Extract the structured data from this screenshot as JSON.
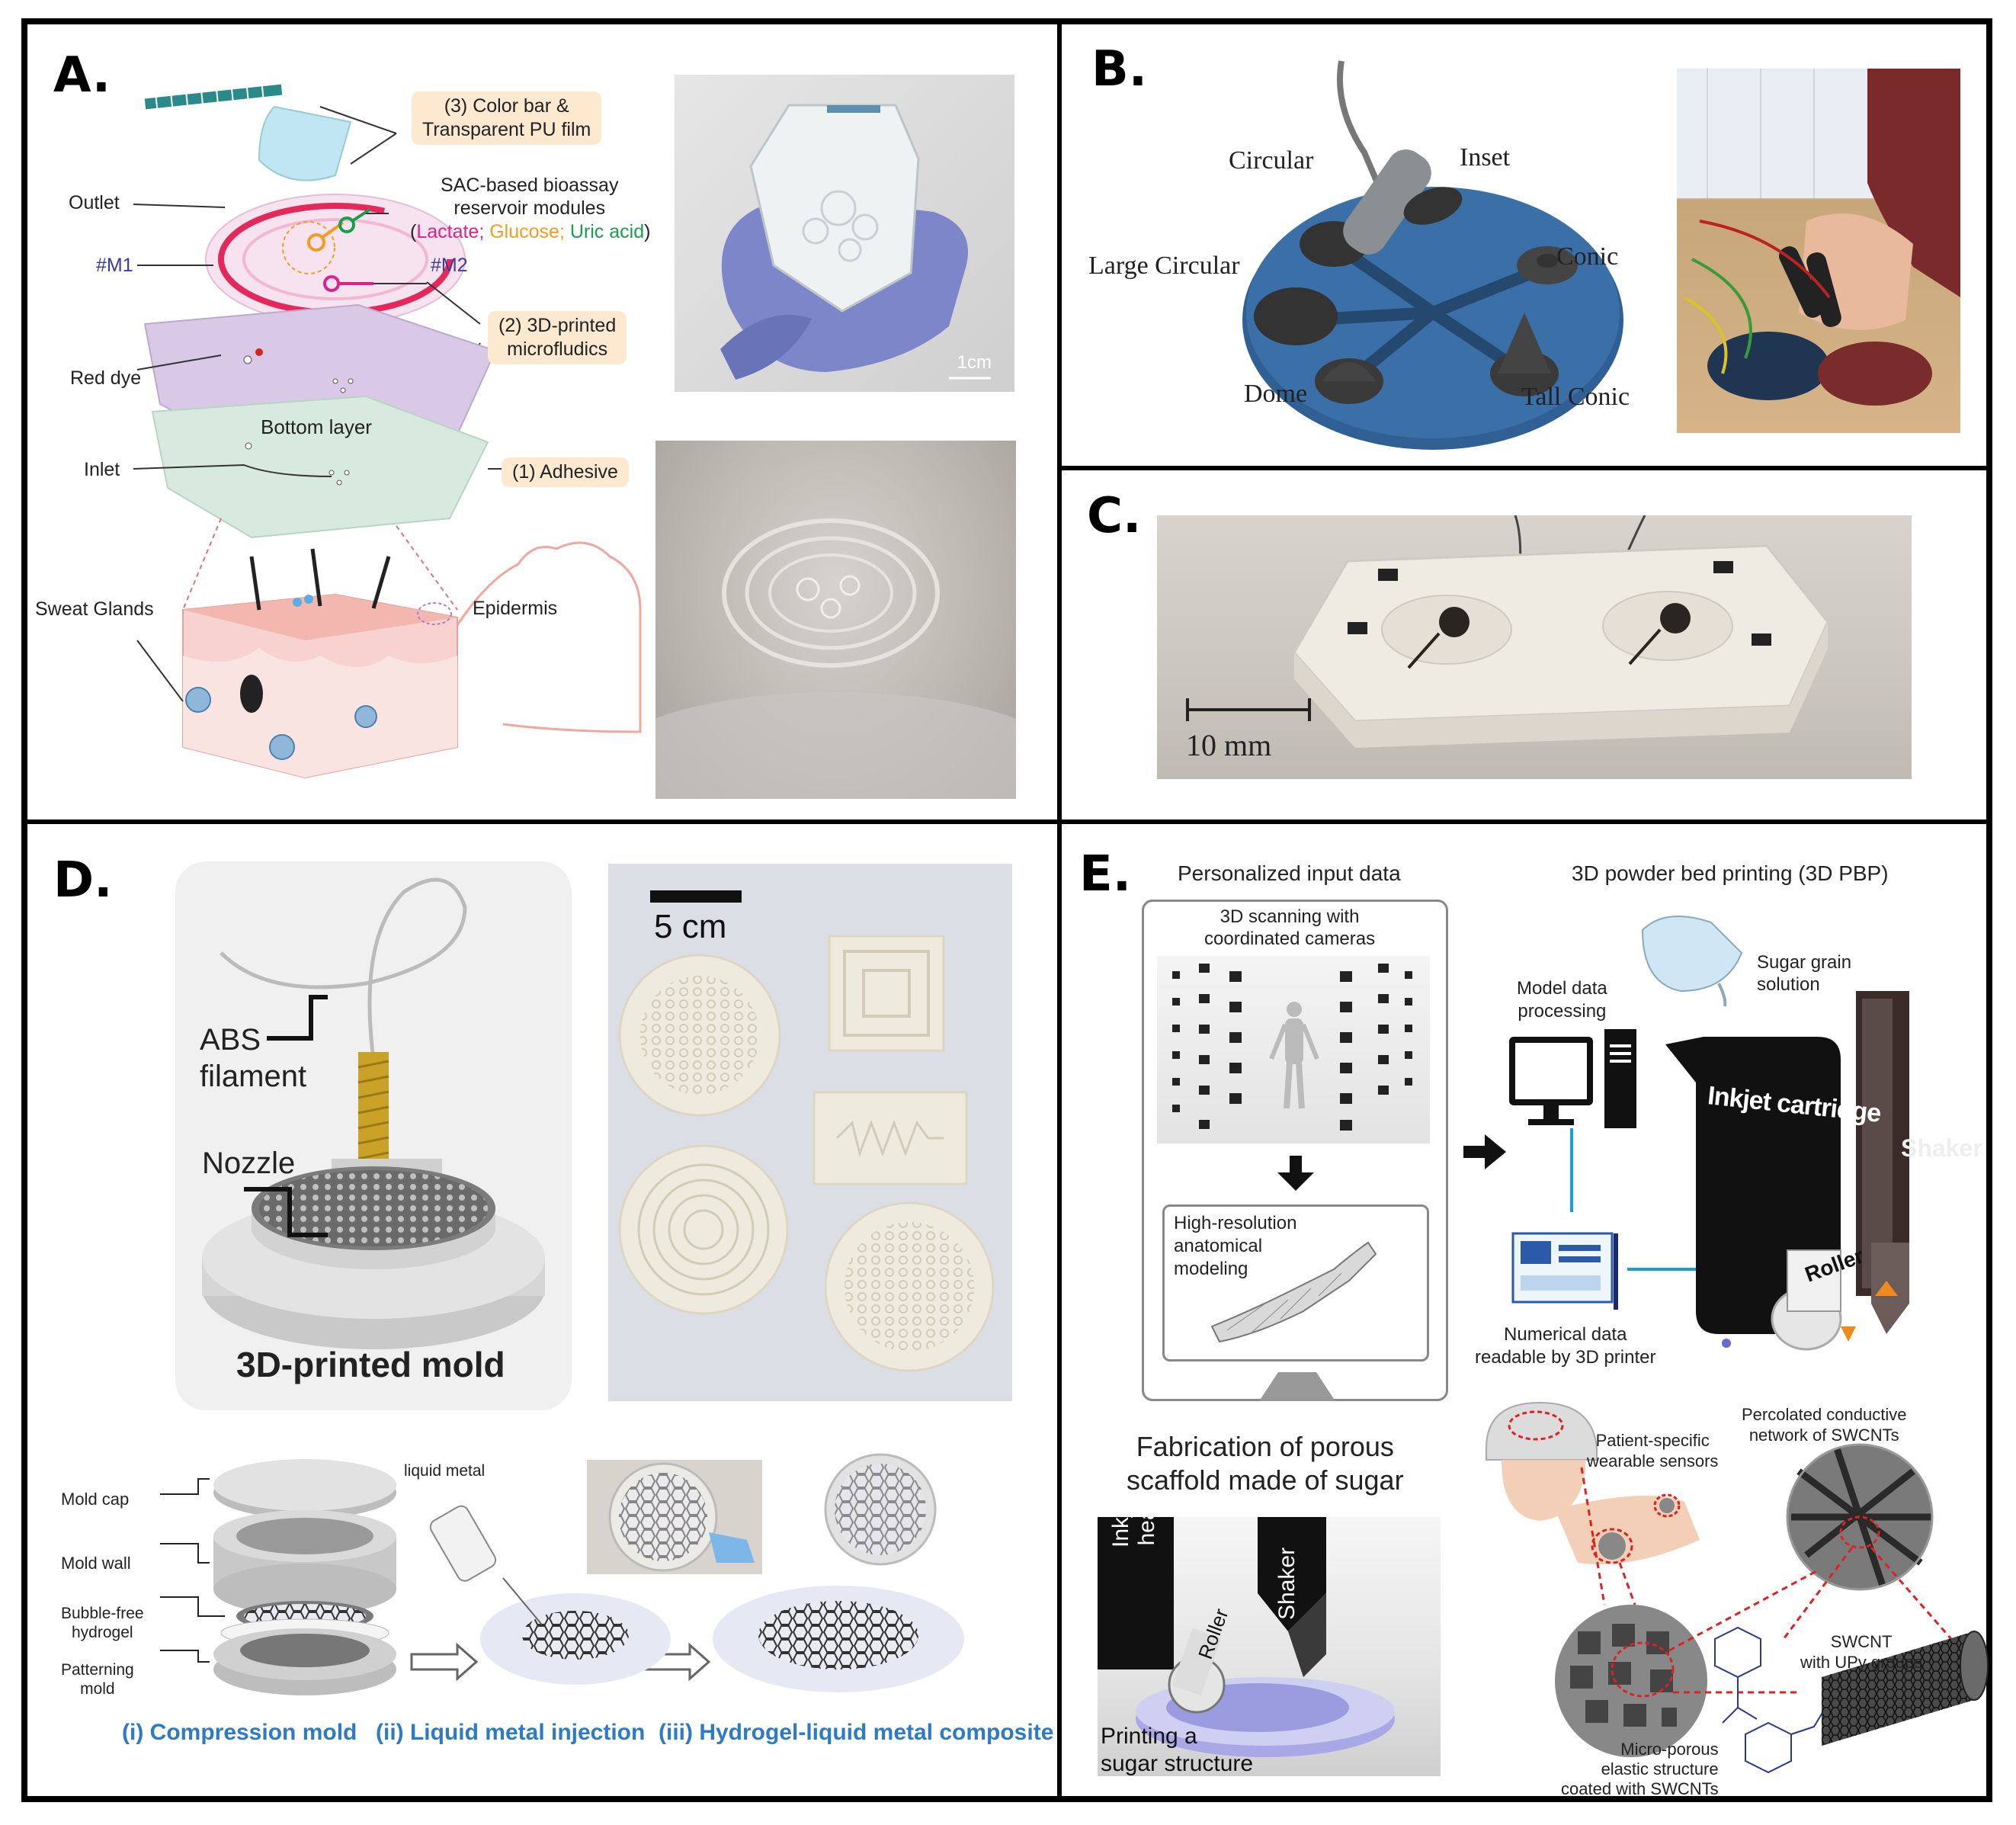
{
  "panels": {
    "a": {
      "letter": "A.",
      "tags": {
        "color_bar_l1": "(3) Color bar &",
        "color_bar_l2": "Transparent PU film",
        "microfluidics_l1": "(2) 3D-printed",
        "microfluidics_l2": "microfludics",
        "adhesive": "(1) Adhesive"
      },
      "labels": {
        "sac_l1": "SAC-based bioassay",
        "sac_l2": "reservoir modules",
        "open_paren": "(",
        "lactate": "Lactate;",
        "glucose": "Glucose;",
        "uric_acid": "Uric acid",
        "close_paren": ")",
        "outlet": "Outlet",
        "m1": "#M1",
        "m2": "#M2",
        "red_dye": "Red dye",
        "bottom_layer": "Bottom layer",
        "inlet": "Inlet",
        "sweat_glands": "Sweat Glands",
        "epidermis": "Epidermis",
        "scale_1cm": "1cm"
      },
      "colors": {
        "lactate": "#e0218a",
        "glucose": "#f39c1f",
        "uric_acid": "#1a9e4a",
        "module_id": "#3a3aa0"
      }
    },
    "b": {
      "letter": "B.",
      "labels": {
        "circular": "Circular",
        "inset": "Inset",
        "large_circular": "Large Circular",
        "conic": "Conic",
        "dome": "Dome",
        "tall_conic": "Tall Conic"
      }
    },
    "c": {
      "letter": "C.",
      "scale": "10 mm"
    },
    "d": {
      "letter": "D.",
      "labels": {
        "abs_l1": "ABS",
        "abs_l2": "filament",
        "nozzle": "Nozzle",
        "mold_title": "3D-printed mold",
        "scale_5cm": "5 cm",
        "mold_cap": "Mold cap",
        "mold_wall": "Mold wall",
        "bubble_l1": "Bubble-free",
        "bubble_l2": "hydrogel",
        "patterning_l1": "Patterning",
        "patterning_l2": "mold",
        "liquid_metal": "liquid metal"
      },
      "steps": [
        "(i) Compression mold",
        "(ii) Liquid metal injection",
        "(iii) Hydrogel-liquid metal composite"
      ]
    },
    "e": {
      "letter": "E.",
      "labels": {
        "personalized": "Personalized input data",
        "pbp": "3D powder bed printing (3D PBP)",
        "scan_l1": "3D scanning with",
        "scan_l2": "coordinated cameras",
        "hires_l1": "High-resolution",
        "hires_l2": "anatomical",
        "hires_l3": "modeling",
        "model_l1": "Model data",
        "model_l2": "processing",
        "sugar_l1": "Sugar grain",
        "sugar_l2": "solution",
        "inkjet_cartridge": "Inkjet cartridge",
        "shaker": "Shaker",
        "roller": "Roller",
        "numerical_l1": "Numerical data",
        "numerical_l2": "readable by 3D printer",
        "fab_l1": "Fabrication of porous",
        "fab_l2": "scaffold made of sugar",
        "inkjet_head_l1": "Inkjet",
        "inkjet_head_l2": "head",
        "printing_l1": "Printing a",
        "printing_l2": "sugar structure",
        "patient_l1": "Patient-specific",
        "patient_l2": "wearable sensors",
        "percolated_l1": "Percolated conductive",
        "percolated_l2": "network of SWCNTs",
        "swcnt_l1": "SWCNT",
        "swcnt_l2": "with UPy groups",
        "micro_l1": "Micro-porous",
        "micro_l2": "elastic structure",
        "micro_l3": "coated with SWCNTs"
      }
    }
  }
}
